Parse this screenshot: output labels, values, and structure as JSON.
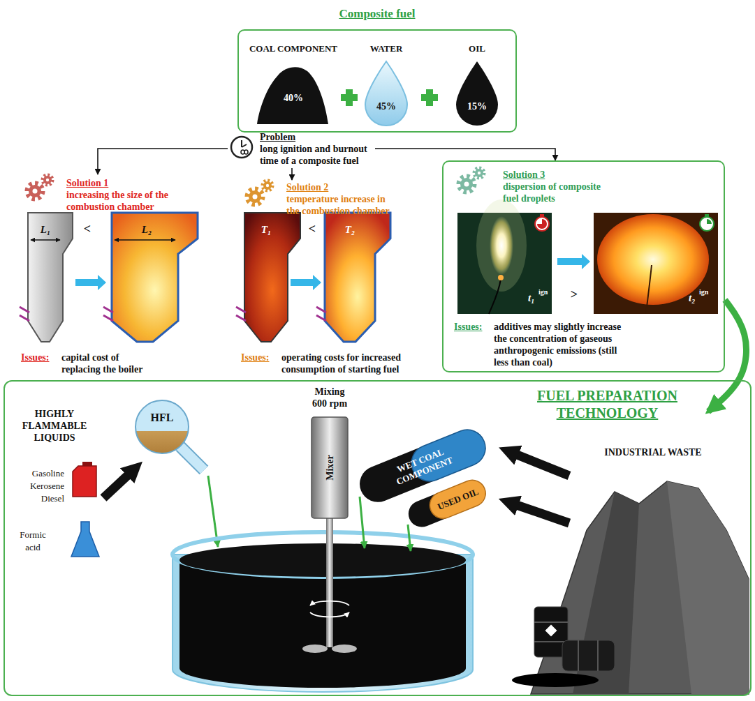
{
  "diagram": {
    "nodes": [
      {
        "text": [
          "Composite fuel"
        ]
      },
      {
        "text": [
          "Problem",
          "long ignition and burnout time of a composite fuel"
        ]
      },
      {
        "text": [
          "Solution 1",
          "increasing the size of the combustion chamber",
          "Issues:",
          "capital cost of replacing the boiler"
        ]
      },
      {
        "text": [
          "Solution 2",
          "temperature increase in the combustion chamber",
          "Issues:",
          "operating costs for increased consumption of starting fuel"
        ]
      },
      {
        "text": [
          "Solution 3",
          "dispersion of composite fuel droplets",
          "Issues:",
          "additives may slightly increase the concentration of gaseous anthropogenic emissions (still less than coal)"
        ]
      },
      {
        "text": [
          "FUEL PREPARATION TECHNOLOGY"
        ]
      }
    ],
    "edges": [
      {
        "from": 1,
        "to": 2,
        "arrow": "to"
      },
      {
        "from": 1,
        "to": 3,
        "arrow": "to"
      },
      {
        "from": 1,
        "to": 4,
        "arrow": "to"
      },
      {
        "from": 4,
        "to": 5,
        "arrow": "to"
      }
    ],
    "labels": [
      "COAL COMPONENT",
      "WATER",
      "OIL",
      "40%",
      "45%",
      "15%",
      "L₁",
      "<",
      "L₂",
      "T₁",
      "<",
      "T₂",
      "t₁",
      "ign",
      ">",
      "t₂",
      "ign",
      "HIGHLY FLAMMABLE LIQUIDS",
      "Gasoline",
      "Kerosene",
      "Diesel",
      "Formic acid",
      "HFL",
      "Mixing 600 rpm",
      "Mixer",
      "WET COAL COMPONENT",
      "USED OIL",
      "INDUSTRIAL WASTE"
    ]
  }
}
